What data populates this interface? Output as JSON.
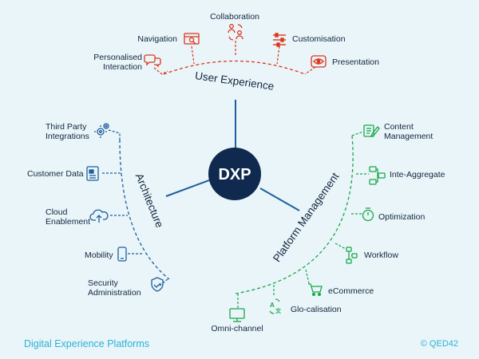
{
  "hub": {
    "label": "DXP"
  },
  "groups": {
    "user_experience": {
      "title": "User Experience",
      "color": "#e0341c",
      "items": {
        "collaboration": "Collaboration",
        "navigation": "Navigation",
        "customisation": "Customisation",
        "personalised_line1": "Personalised",
        "personalised_line2": "Interaction",
        "presentation": "Presentation"
      }
    },
    "architecture": {
      "title": "Architecture",
      "color": "#1f5f9c",
      "items": {
        "third_party_line1": "Third Party",
        "third_party_line2": "Integrations",
        "customer_data": "Customer Data",
        "cloud_line1": "Cloud",
        "cloud_line2": "Enablement",
        "mobility": "Mobility",
        "security_line1": "Security",
        "security_line2": "Administration"
      }
    },
    "platform_management": {
      "title": "Platform Management",
      "color": "#1aa64a",
      "items": {
        "content_line1": "Content",
        "content_line2": "Management",
        "inte_aggregate": "Inte-Aggregate",
        "optimization": "Optimization",
        "workflow": "Workflow",
        "ecommerce": "eCommerce",
        "glocalisation": "Glo-calisation",
        "omni_channel": "Omni-channel"
      }
    }
  },
  "icons": {
    "navigation": "browser-search-icon",
    "collaboration": "users-exchange-icon",
    "customisation": "sliders-icon",
    "personalised": "chat-bubbles-icon",
    "presentation": "eye-icon",
    "third_party": "gears-icon",
    "customer_data": "id-card-icon",
    "cloud": "cloud-upload-icon",
    "mobility": "mobile-phone-icon",
    "security": "shield-check-icon",
    "content": "document-edit-icon",
    "inte_aggregate": "network-nodes-icon",
    "optimization": "timer-icon",
    "workflow": "flow-chart-icon",
    "ecommerce": "shopping-cart-icon",
    "glocalisation": "translate-icon",
    "omni_channel": "monitor-icon"
  },
  "footer": {
    "title": "Digital Experience Platforms",
    "copyright": "© QED42"
  }
}
